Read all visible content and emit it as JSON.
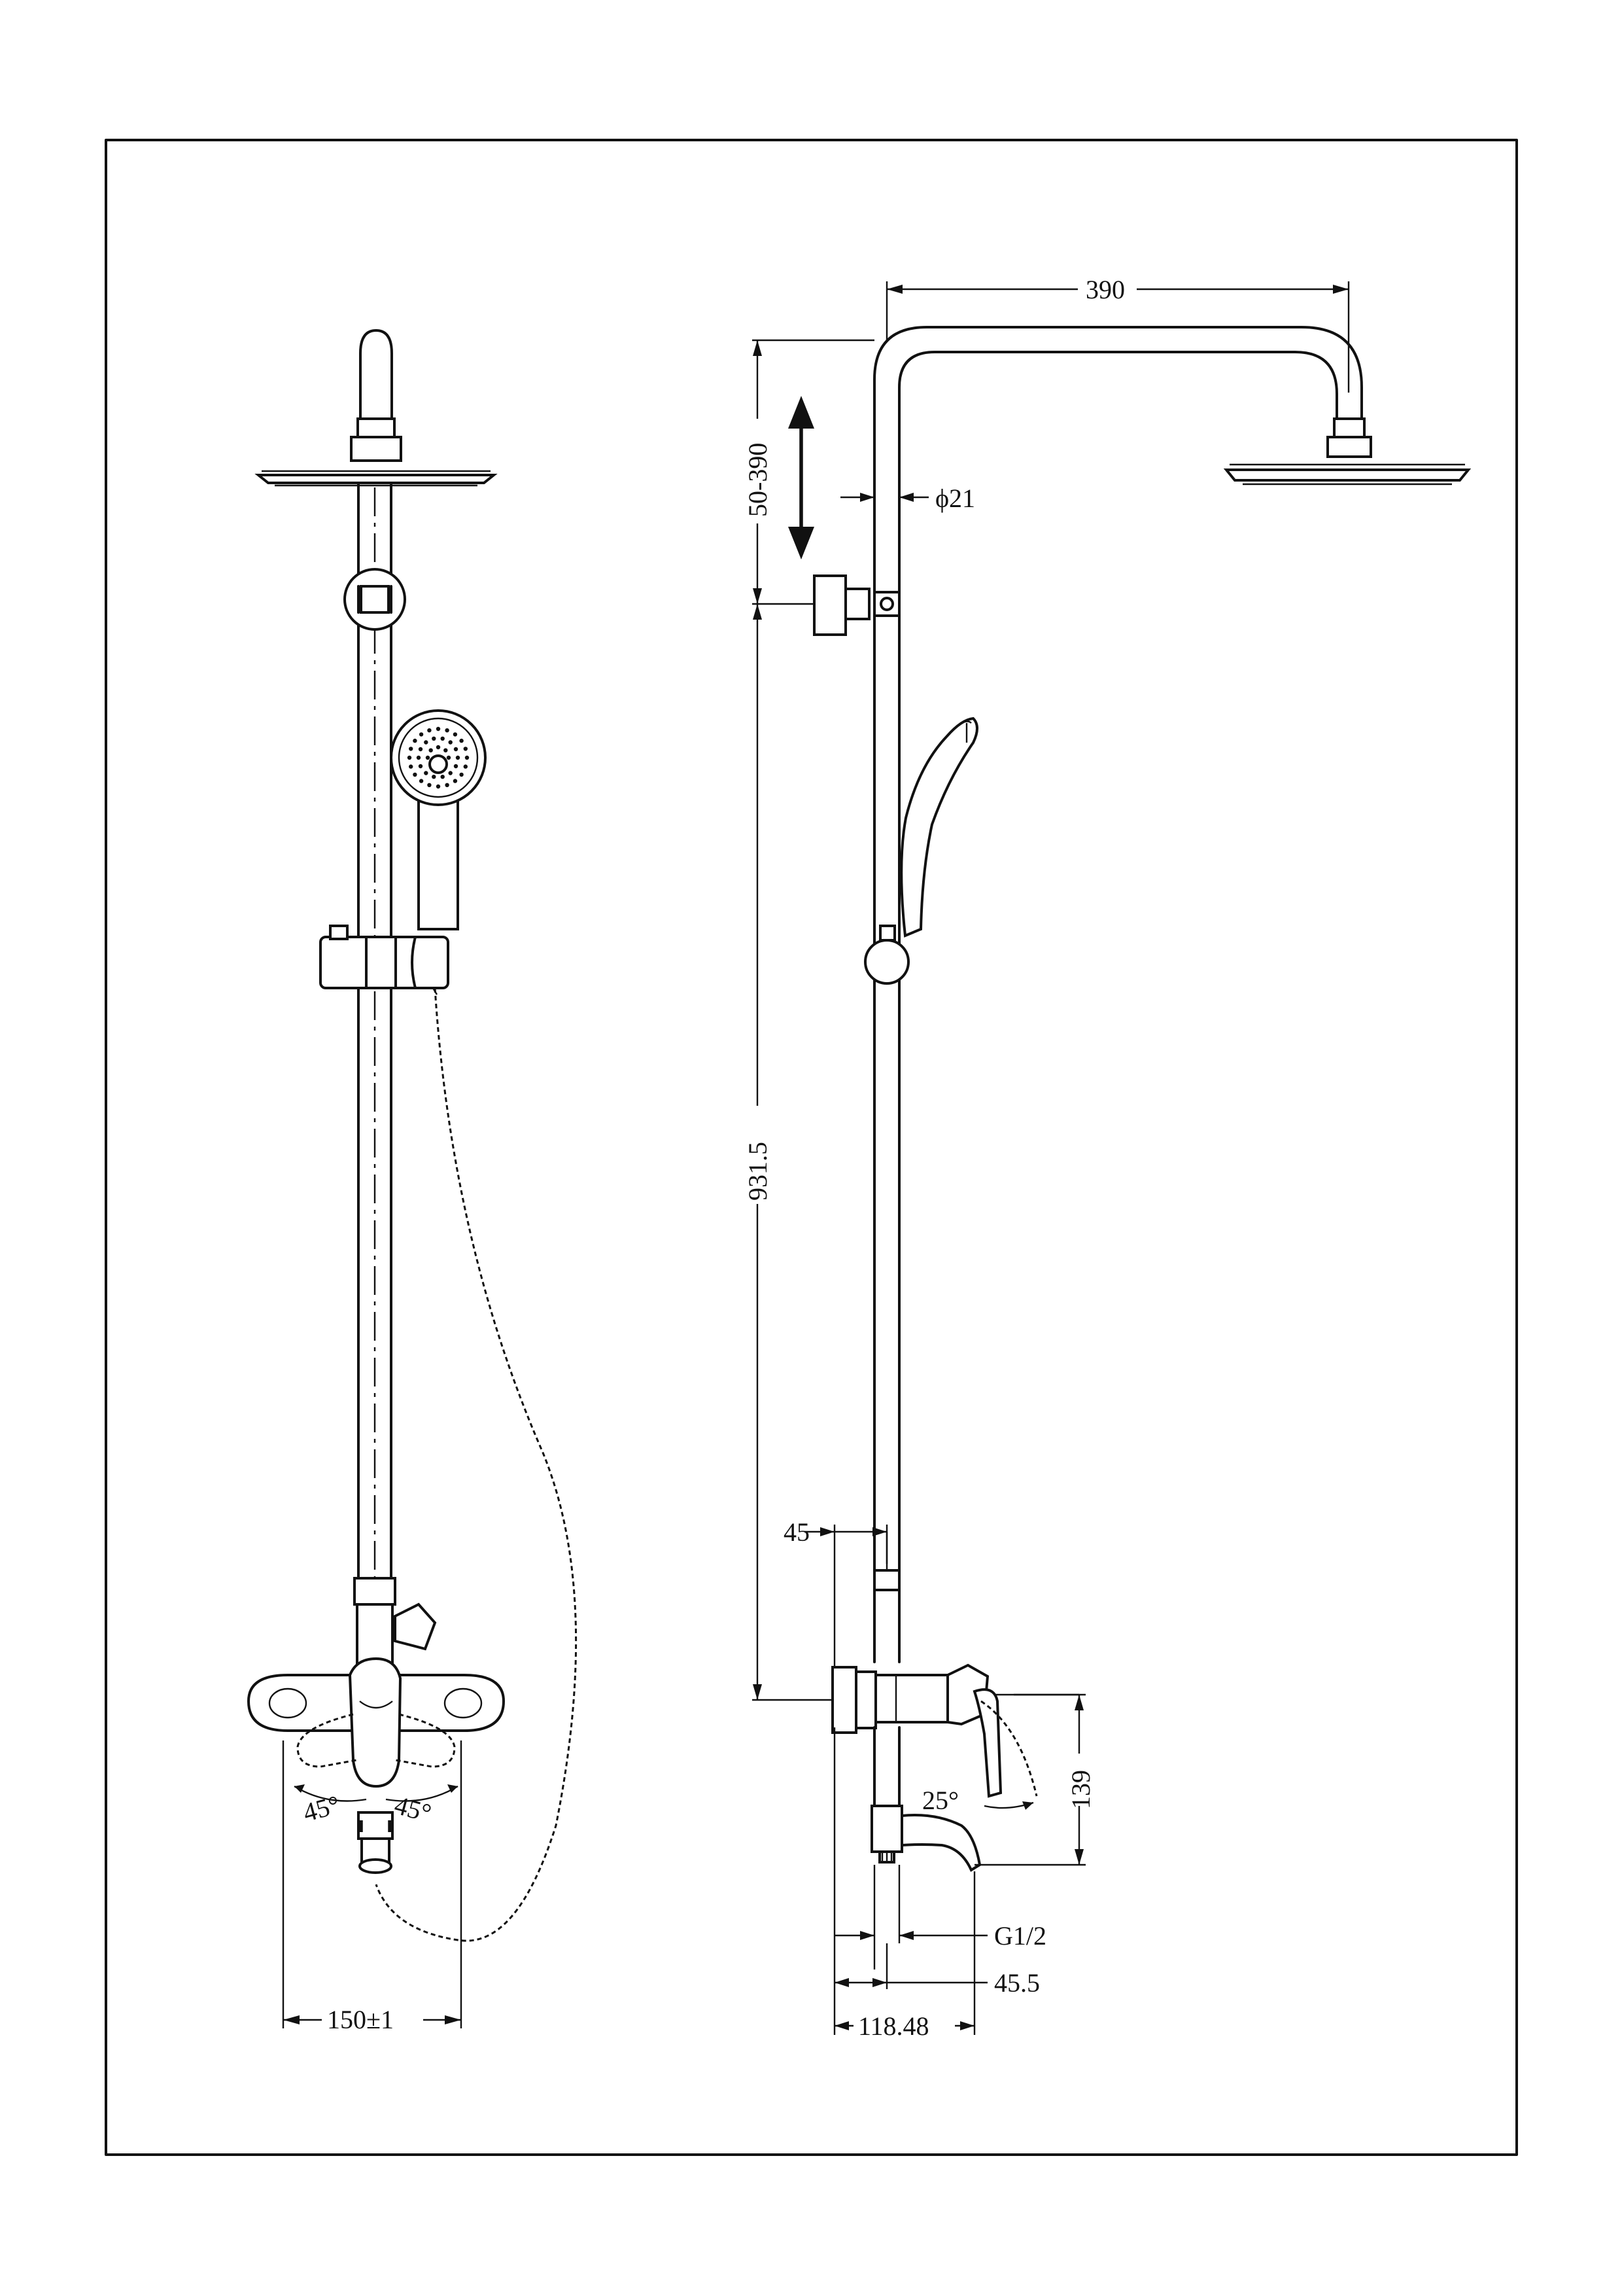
{
  "dimensions": {
    "head_arm_length": "390",
    "height_adjust": "50-390",
    "pipe_diameter": "ϕ21",
    "riser_height": "931.5",
    "lower_pipe_offset": "45",
    "spout_height": "139",
    "lever_angle_side": "25°",
    "connection_thread": "G1/2",
    "spout_offset": "45.5",
    "total_depth": "118.48",
    "lever_angle_left": "45°",
    "lever_angle_right": "45°",
    "center_distance": "150±1"
  }
}
